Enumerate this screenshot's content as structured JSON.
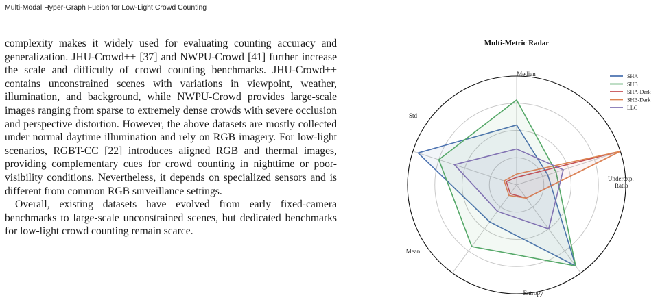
{
  "header": {
    "running_title": "Multi-Modal Hyper-Graph Fusion for Low-Light Crowd Counting"
  },
  "body_text": {
    "paragraph_1": "complexity makes it widely used for evaluating counting accuracy and generalization. JHU-Crowd++ [37] and NWPU-Crowd [41] further increase the scale and difficulty of crowd counting benchmarks. JHU-Crowd++ contains unconstrained scenes with variations in viewpoint, weather, illumination, and background, while NWPU-Crowd provides large-scale images ranging from sparse to extremely dense crowds with severe occlusion and perspective distortion. However, the above datasets are mostly collected under normal daytime illumination and rely on RGB imagery. For low-light scenarios, RGBT-CC [22] introduces aligned RGB and thermal images, providing complementary cues for crowd counting in nighttime or poor-visibility conditions. Nevertheless, it depends on specialized sensors and is different from common RGB surveillance settings.",
    "paragraph_2": "Overall, existing datasets have evolved from early fixed-camera benchmarks to large-scale unconstrained scenes, but dedicated benchmarks for low-light crowd counting remain scarce."
  },
  "chart_data": {
    "type": "radar",
    "title": "Multi-Metric Radar",
    "axes": [
      "Median",
      "Underexp. Ratio",
      "Entropy",
      "Mean",
      "Std"
    ],
    "rlim": [
      0,
      1
    ],
    "grid": true,
    "legend_position": "top-right",
    "series": [
      {
        "name": "SHA",
        "color": "#4c72b0",
        "values": [
          0.55,
          0.3,
          0.92,
          0.42,
          0.95
        ],
        "fill_opacity": 0.07
      },
      {
        "name": "SHB",
        "color": "#55a868",
        "values": [
          0.78,
          0.38,
          0.92,
          0.7,
          0.75
        ],
        "fill_opacity": 0.07
      },
      {
        "name": "SHA-Dark",
        "color": "#c44e52",
        "values": [
          0.07,
          1.0,
          0.15,
          0.1,
          0.1
        ],
        "fill_opacity": 0.03
      },
      {
        "name": "SHB-Dark",
        "color": "#dd8452",
        "values": [
          0.1,
          1.0,
          0.15,
          0.12,
          0.12
        ],
        "fill_opacity": 0.03
      },
      {
        "name": "LLC",
        "color": "#8172b2",
        "values": [
          0.33,
          0.45,
          0.5,
          0.3,
          0.6
        ],
        "fill_opacity": 0.07
      }
    ]
  }
}
